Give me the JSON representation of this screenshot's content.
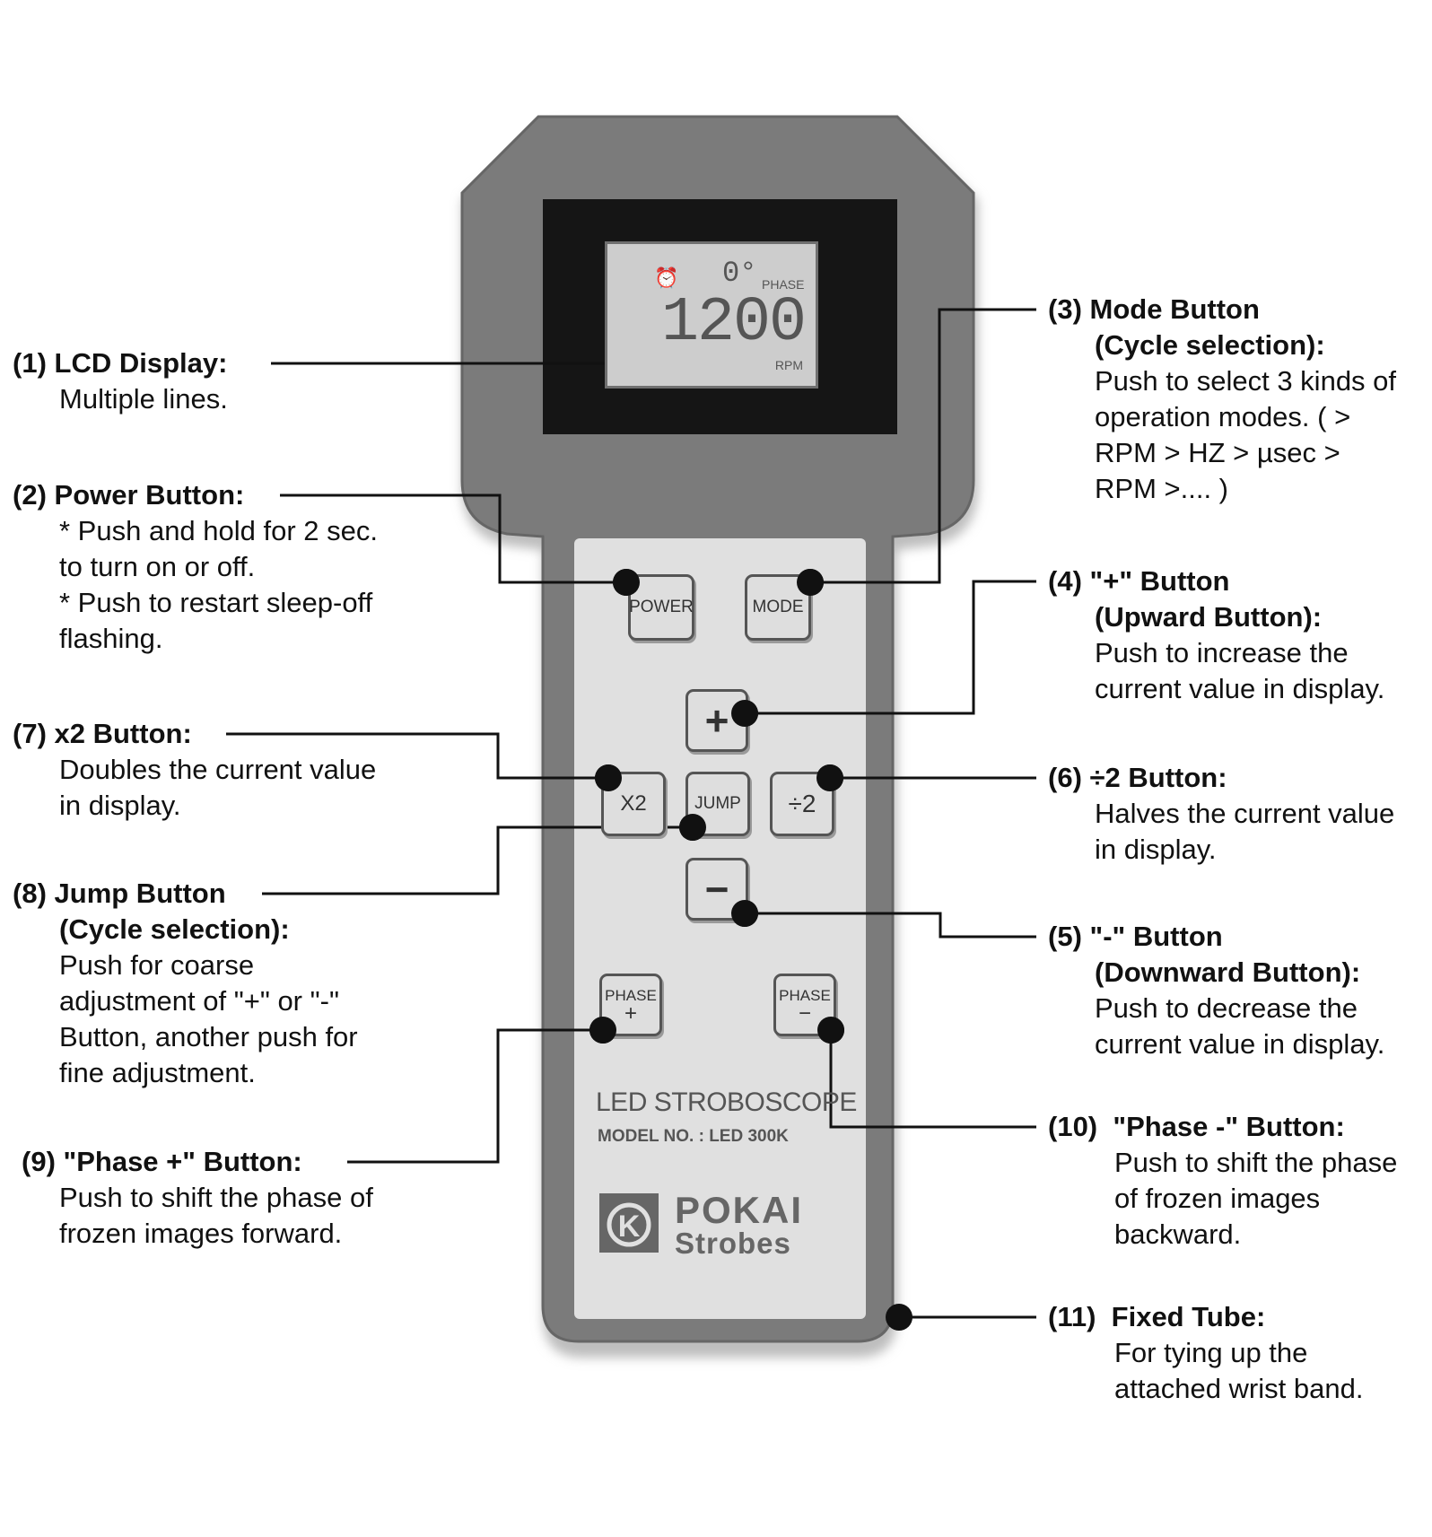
{
  "lcd": {
    "phase_value": "0°",
    "phase_label": "PHASE",
    "reading": "1200",
    "unit": "RPM",
    "alarm_glyph": "⏰"
  },
  "keys": {
    "power": "POWER",
    "mode": "MODE",
    "plus": "+",
    "x2": "X2",
    "jump": "JUMP",
    "div2": "÷2",
    "minus": "−",
    "phase": "PHASE",
    "phase_plus_sign": "+",
    "phase_minus_sign": "−"
  },
  "branding": {
    "product": "LED STROBOSCOPE",
    "model": "MODEL NO. :  LED 300K",
    "logo_letter": "K",
    "company": "POKAI",
    "company_sub": "Strobes"
  },
  "callouts": {
    "c1": {
      "num": "(1)",
      "title": "LCD Display:",
      "lines": [
        "Multiple lines."
      ]
    },
    "c2": {
      "num": "(2)",
      "title": "Power Button:",
      "lines": [
        "* Push and hold for 2 sec.",
        "to turn on or off.",
        "* Push to restart sleep-off",
        "flashing."
      ]
    },
    "c3": {
      "num": "(3)",
      "title": "Mode Button",
      "subtitle": "(Cycle selection):",
      "lines": [
        "Push to select 3 kinds of",
        "operation modes. ( >",
        "RPM > HZ > µsec >",
        "RPM >.... )"
      ]
    },
    "c4": {
      "num": "(4)",
      "title": "\"+\" Button",
      "subtitle": "(Upward Button):",
      "lines": [
        "Push to increase the",
        "current value in display."
      ]
    },
    "c5": {
      "num": "(5)",
      "title": "\"-\" Button",
      "subtitle": "(Downward Button):",
      "lines": [
        "Push to decrease the",
        "current value in display."
      ]
    },
    "c6": {
      "num": "(6)",
      "title": "÷2 Button:",
      "lines": [
        "Halves the current value",
        "in display."
      ]
    },
    "c7": {
      "num": "(7)",
      "title": "x2 Button:",
      "lines": [
        "Doubles the current value",
        "in display."
      ]
    },
    "c8": {
      "num": "(8)",
      "title": "Jump Button",
      "subtitle": "(Cycle selection):",
      "lines": [
        "Push for coarse",
        "adjustment of \"+\" or \"-\"",
        "Button, another push for",
        "fine adjustment."
      ]
    },
    "c9": {
      "num": "(9)",
      "title": "\"Phase +\"  Button:",
      "lines": [
        "Push to shift the phase of",
        "frozen images forward."
      ]
    },
    "c10": {
      "num": "(10)",
      "title": "\"Phase -\"  Button:",
      "lines": [
        "Push to shift the phase",
        "of frozen images",
        "backward."
      ]
    },
    "c11": {
      "num": "(11)",
      "title": "Fixed Tube:",
      "lines": [
        "For tying up the",
        "attached wrist band."
      ]
    }
  }
}
